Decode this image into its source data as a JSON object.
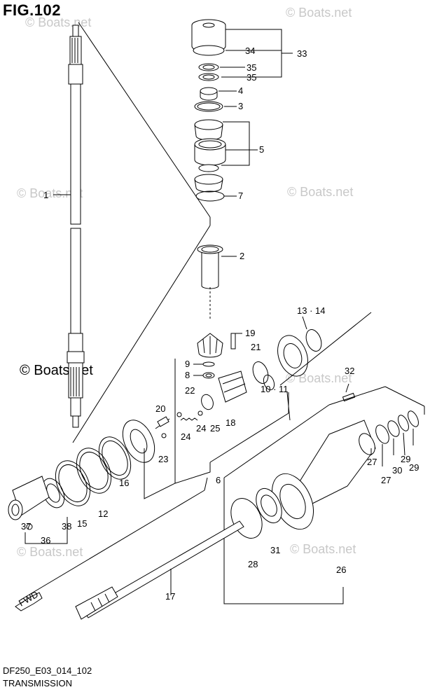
{
  "figure": {
    "title": "FIG.102",
    "code": "DF250_E03_014_102",
    "name": "TRANSMISSION"
  },
  "watermarks": {
    "light": "© Boats.net",
    "dark": "© Boats.net"
  },
  "callouts": {
    "c1": "1",
    "c2": "2",
    "c3": "3",
    "c4": "4",
    "c5": "5",
    "c6": "6",
    "c7": "7",
    "c8": "8",
    "c9": "9",
    "c10_11": "10 · 11",
    "c12": "12",
    "c13_14": "13 · 14",
    "c15": "15",
    "c16": "16",
    "c17": "17",
    "c18": "18",
    "c19": "19",
    "c20": "20",
    "c21": "21",
    "c22": "22",
    "c23": "23",
    "c24a": "24",
    "c24b": "24",
    "c25": "25",
    "c26": "26",
    "c27a": "27",
    "c27b": "27",
    "c28": "28",
    "c29a": "29",
    "c29b": "29",
    "c30": "30",
    "c31": "31",
    "c32": "32",
    "c33": "33",
    "c34": "34",
    "c35a": "35",
    "c35b": "35",
    "c36": "36",
    "c37": "37",
    "c38": "38"
  },
  "direction_tag": "FWD"
}
